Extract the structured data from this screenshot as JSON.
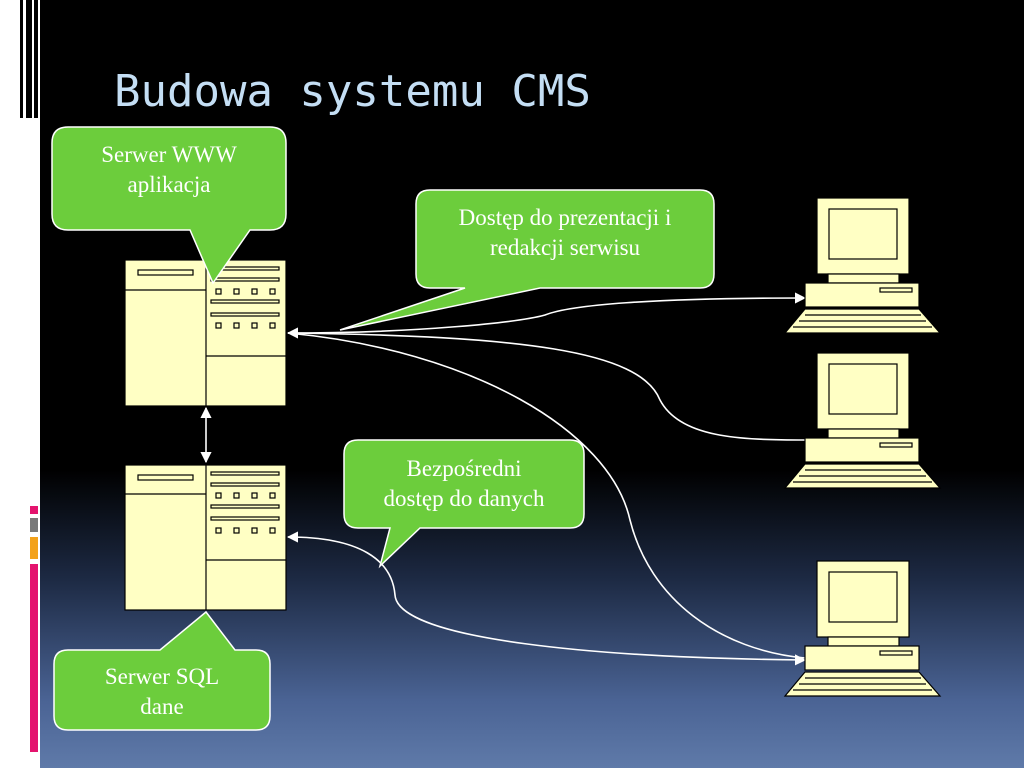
{
  "slide": {
    "title": "Budowa systemu CMS"
  },
  "diagram": {
    "callouts": {
      "web_server": {
        "line1": "Serwer WWW",
        "line2": "aplikacja"
      },
      "access": {
        "line1": "Dostęp do prezentacji i",
        "line2": "redakcji serwisu"
      },
      "direct": {
        "line1": "Bezpośredni",
        "line2": "dostęp do danych"
      },
      "sql_server": {
        "line1": "Serwer SQL",
        "line2": "dane"
      }
    },
    "nodes": {
      "web_server_icon": "server-tower-icon",
      "sql_server_icon": "server-tower-icon",
      "client_icon": "desktop-computer-icon"
    },
    "colors": {
      "background_top": "#000000",
      "background_bottom": "#5f7aa9",
      "title": "#c4def4",
      "callout_fill": "#6ccd3c",
      "device_fill": "#ffffc4",
      "connector": "#ffffff",
      "accent_pink": "#e4146e",
      "accent_orange": "#f3a21b",
      "accent_gray": "#7a7a7a"
    }
  }
}
